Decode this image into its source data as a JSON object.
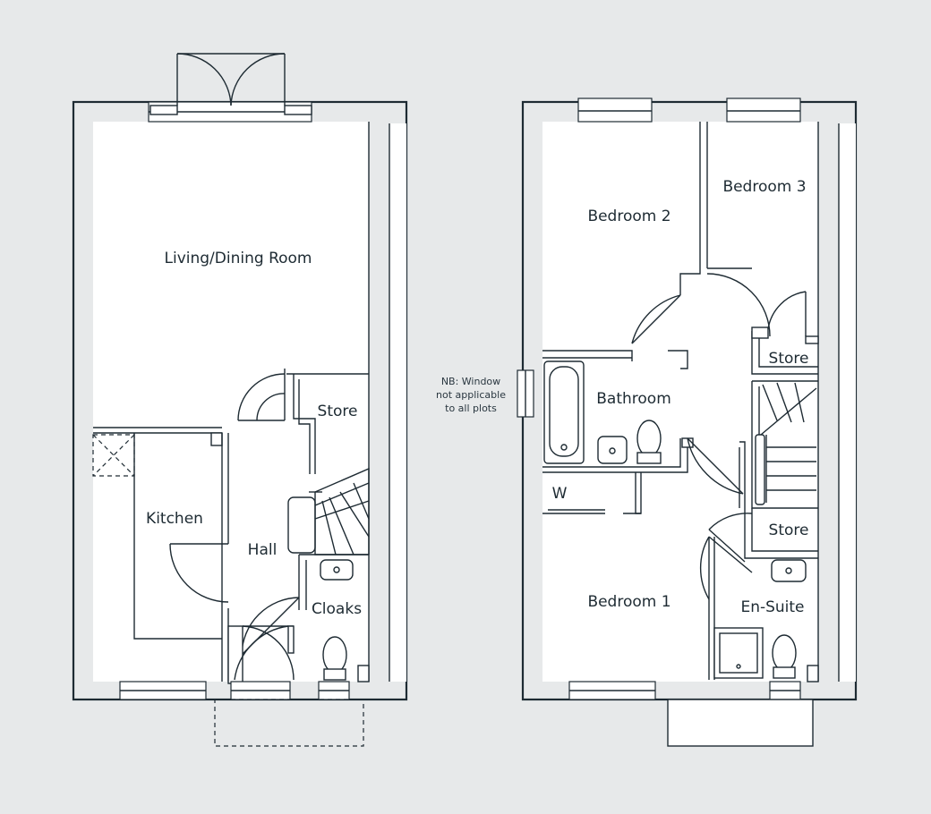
{
  "ground_floor": {
    "rooms": {
      "living_dining": "Living/Dining Room",
      "store": "Store",
      "kitchen": "Kitchen",
      "hall": "Hall",
      "cloaks": "Cloaks"
    }
  },
  "first_floor": {
    "rooms": {
      "bedroom2": "Bedroom 2",
      "bedroom3": "Bedroom 3",
      "store_top": "Store",
      "bathroom": "Bathroom",
      "wardrobe": "W",
      "store_mid": "Store",
      "bedroom1": "Bedroom 1",
      "ensuite": "En-Suite"
    }
  },
  "note": {
    "line1": "NB: Window",
    "line2": "not applicable",
    "line3": "to all plots"
  },
  "colors": {
    "background": "#e7e9ea",
    "line": "#1e2b33",
    "floor": "#ffffff"
  }
}
